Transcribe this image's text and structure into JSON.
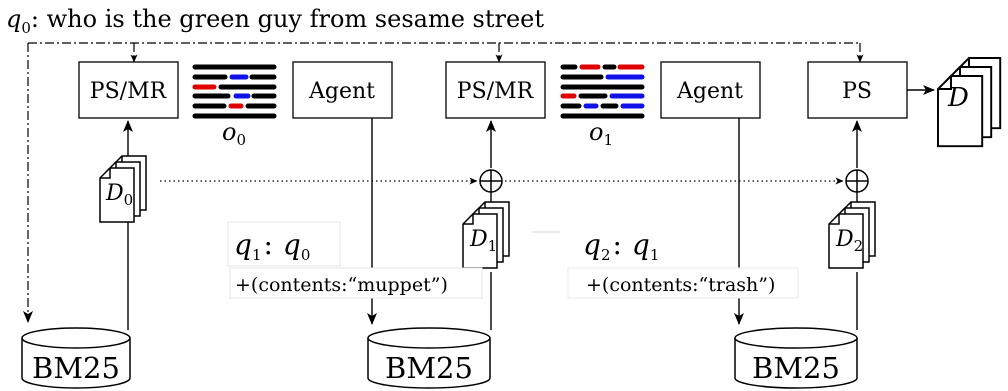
{
  "query": {
    "var": "q",
    "sub": "0",
    "text": ": who is the green guy from sesame street"
  },
  "boxes": {
    "psmr_0": "PS/MR",
    "agent_0": "Agent",
    "psmr_1": "PS/MR",
    "agent_1": "Agent",
    "ps_final": "PS"
  },
  "observations": [
    {
      "var": "o",
      "sub": "0"
    },
    {
      "var": "o",
      "sub": "1"
    }
  ],
  "documents": {
    "d0": {
      "var": "D",
      "sub": "0"
    },
    "d1": {
      "var": "D",
      "sub": "1"
    },
    "d2": {
      "var": "D",
      "sub": "2"
    },
    "final": {
      "var": "D",
      "sub": ""
    }
  },
  "reformulations": [
    {
      "lhs_var": "q",
      "lhs_sub": "1",
      "sep": ":",
      "rhs_var": "q",
      "rhs_sub": "0",
      "modifier": "+(contents:“muppet”)"
    },
    {
      "lhs_var": "q",
      "lhs_sub": "2",
      "sep": ":",
      "rhs_var": "q",
      "rhs_sub": "1",
      "modifier": "+(contents:“trash”)"
    }
  ],
  "retrievers": [
    "BM25",
    "BM25",
    "BM25"
  ],
  "colors": {
    "red": "#e00000",
    "blue": "#1010e8",
    "black": "#000000"
  }
}
